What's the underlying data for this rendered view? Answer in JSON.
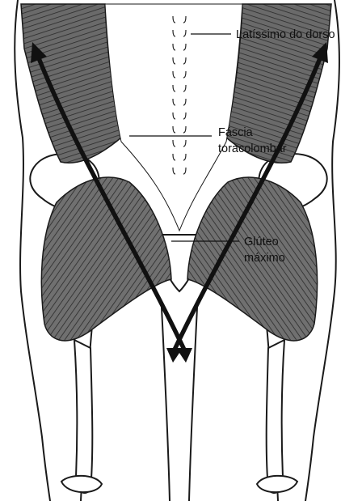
{
  "labels": {
    "latissimus": "Latíssimo do dorso",
    "fascia_line1": "Fáscia",
    "fascia_line2": "toracolombar",
    "gluteus_line1": "Glúteo",
    "gluteus_line2": "máximo"
  },
  "colors": {
    "muscle": "#5a5a5a",
    "line": "#111111",
    "background": "#ffffff"
  }
}
